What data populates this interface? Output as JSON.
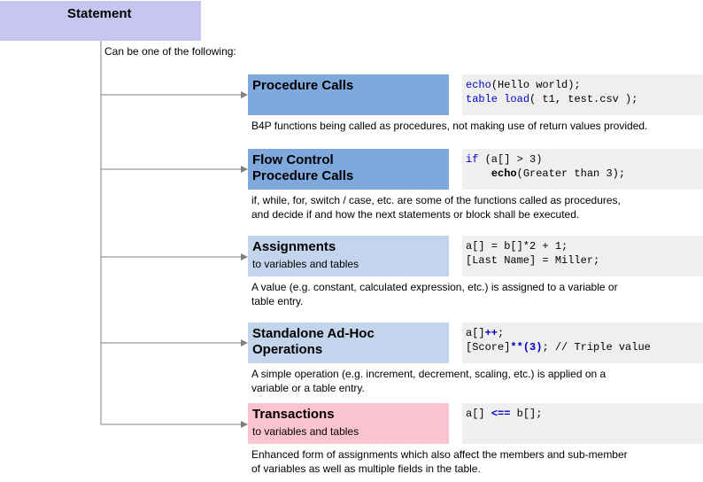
{
  "root": {
    "label": "Statement"
  },
  "intro": "Can be one of the following:",
  "items": [
    {
      "id": "procedure-calls",
      "title": "Procedure Calls",
      "subtitle": "",
      "code": [
        [
          {
            "t": "echo",
            "s": "kw"
          },
          {
            "t": "(Hello world);"
          }
        ],
        [
          {
            "t": "table",
            "s": "kw"
          },
          {
            "t": " "
          },
          {
            "t": "load",
            "s": "kw"
          },
          {
            "t": "( t1, test.csv );"
          }
        ]
      ],
      "desc": [
        "B4P functions being called as procedures, not making use of return values provided."
      ]
    },
    {
      "id": "flow-control",
      "title": "Flow Control\nProcedure Calls",
      "subtitle": "",
      "code": [
        [
          {
            "t": "if",
            "s": "kw"
          },
          {
            "t": " (a[] > 3)"
          }
        ],
        [
          {
            "t": "    "
          },
          {
            "t": "echo",
            "s": "b"
          },
          {
            "t": "(Greater than 3);"
          }
        ]
      ],
      "desc": [
        "if, while, for, switch / case, etc. are some of the functions called as procedures,",
        "and decide if and how the next statements or block shall be executed."
      ]
    },
    {
      "id": "assignments",
      "title": "Assignments",
      "subtitle": "to variables and tables",
      "code": [
        [
          {
            "t": "a[] = b[]*2 + 1;"
          }
        ],
        [
          {
            "t": "[Last Name] = Miller;"
          }
        ]
      ],
      "desc": [
        "A value (e.g. constant, calculated expression, etc.) is assigned to a variable or",
        "table entry."
      ]
    },
    {
      "id": "standalone-ops",
      "title": "Standalone Ad-Hoc\nOperations",
      "subtitle": "",
      "code": [
        [
          {
            "t": "a[]"
          },
          {
            "t": "++",
            "s": "kb"
          },
          {
            "t": ";"
          }
        ],
        [
          {
            "t": "[Score]"
          },
          {
            "t": "**(3)",
            "s": "kb"
          },
          {
            "t": "; // Triple value"
          }
        ]
      ],
      "desc": [
        "A simple operation (e.g. increment, decrement, scaling, etc.) is applied on a",
        "variable or a table entry."
      ]
    },
    {
      "id": "transactions",
      "title": "Transactions",
      "subtitle": "to variables and tables",
      "code": [
        [
          {
            "t": "a[] "
          },
          {
            "t": "<==",
            "s": "kb"
          },
          {
            "t": " b[];"
          }
        ]
      ],
      "desc": [
        "Enhanced form of assignments which also affect the members and sub-member",
        "of variables as well as multiple fields in the table."
      ]
    }
  ],
  "colors": {
    "root": "#c8c5f1",
    "procedure": "#7fa8dc",
    "assignment": "#c3d5ec",
    "transaction": "#fbc2cf",
    "code_bg": "#efefef",
    "keyword": "#0000cc",
    "connector": "#808080"
  }
}
